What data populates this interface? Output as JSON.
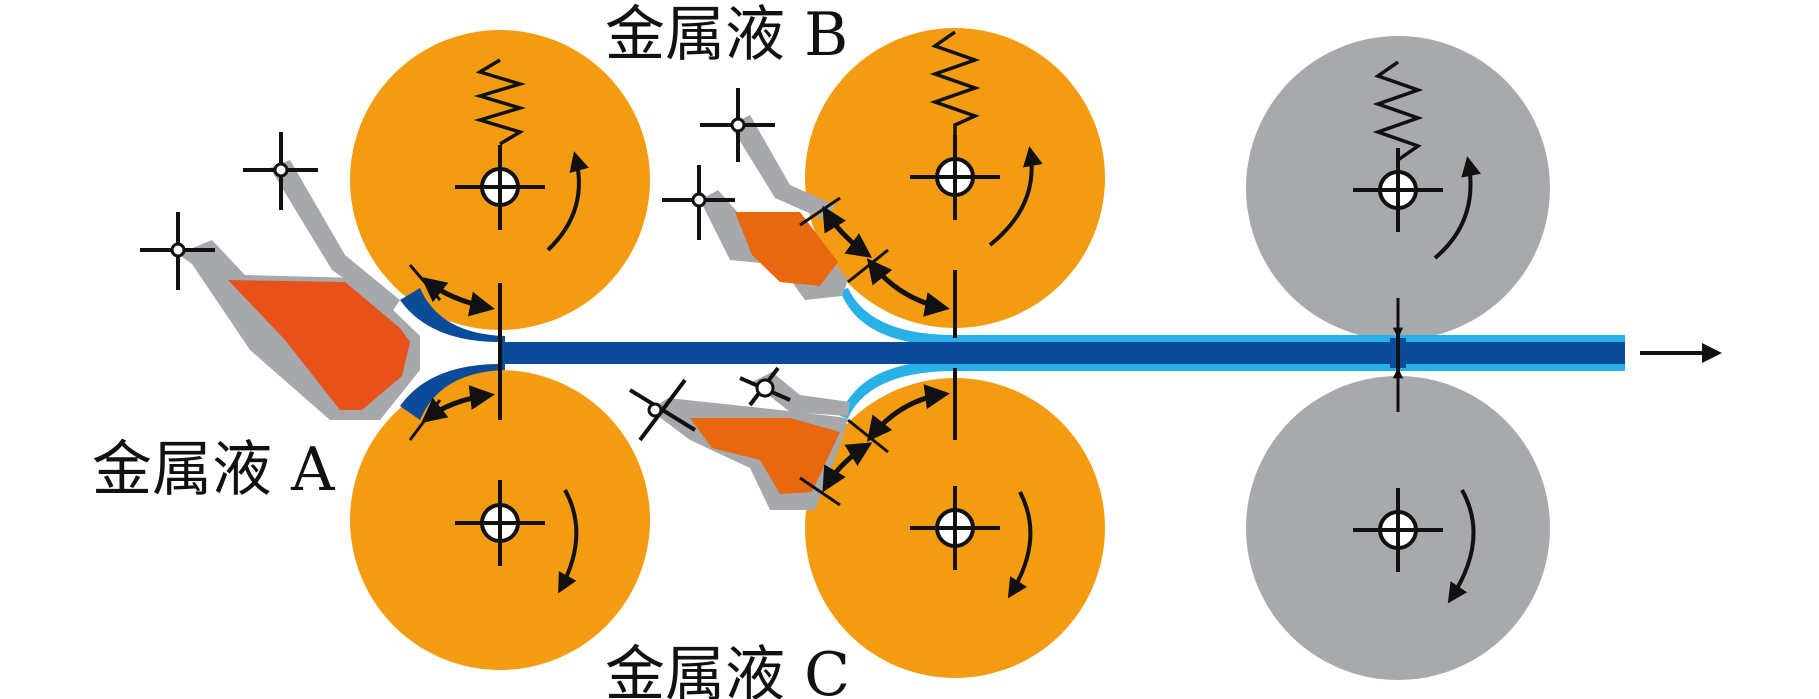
{
  "labels": {
    "metal_a": "金属液 A",
    "metal_b": "金属液 B",
    "metal_c": "金属液 C"
  },
  "colors": {
    "casting_roll": "#f39c12",
    "rolling_roll": "#a7a9ac",
    "melt": "#e8511a",
    "nozzle": "#a6a8ab",
    "strip_core": "#0c4a9a",
    "strip_clad": "#27b1e6",
    "ink": "#111111"
  }
}
